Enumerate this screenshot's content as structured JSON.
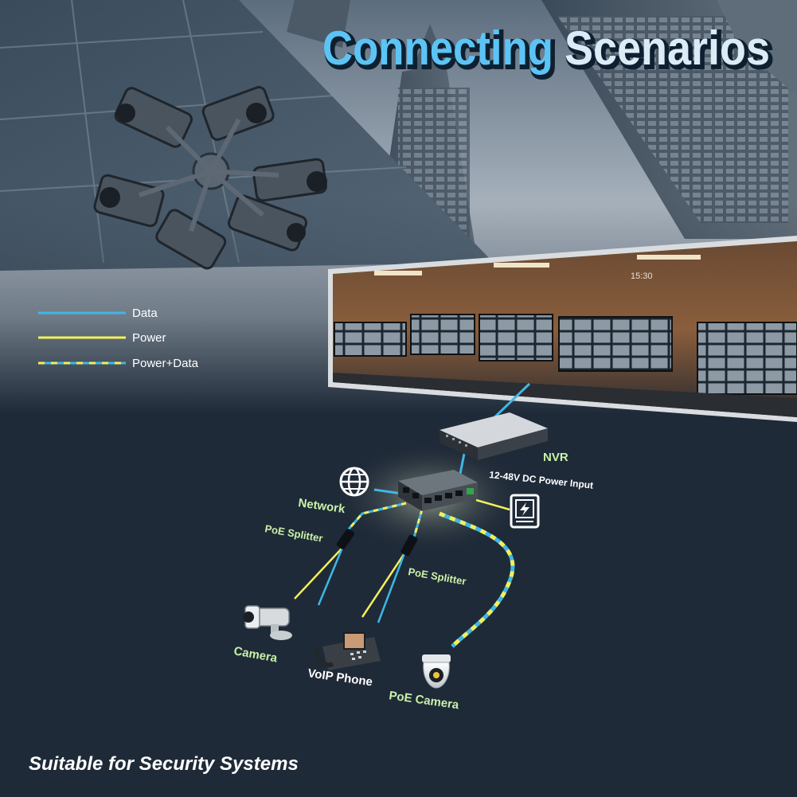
{
  "title": {
    "word1": "Connecting",
    "word2": "Scenarios"
  },
  "legend": [
    {
      "label": "Data",
      "style": "data"
    },
    {
      "label": "Power",
      "style": "power"
    },
    {
      "label": "Power+Data",
      "style": "powerdata"
    }
  ],
  "labels": {
    "nvr": "NVR",
    "power_input": "12-48V DC Power Input",
    "network": "Network",
    "splitter_left": "PoE Splitter",
    "splitter_right": "PoE Splitter",
    "camera": "Camera",
    "voip_phone": "VoIP Phone",
    "poe_camera": "PoE Camera"
  },
  "room": {
    "clock": "15:30"
  },
  "footer": "Suitable for Security Systems",
  "colors": {
    "background": "#1f2a38",
    "data_line": "#3fb7e6",
    "power_line": "#f2f05a",
    "label_green": "#c9f2a8",
    "title_blue": "#5cc4f5",
    "title_light": "#dcecf7"
  },
  "icons": [
    "cctv-cluster-icon",
    "globe-icon",
    "power-adapter-icon",
    "bullet-camera-icon",
    "voip-phone-icon",
    "dome-camera-icon",
    "poe-switch-icon",
    "nvr-icon",
    "poe-splitter-icon"
  ]
}
